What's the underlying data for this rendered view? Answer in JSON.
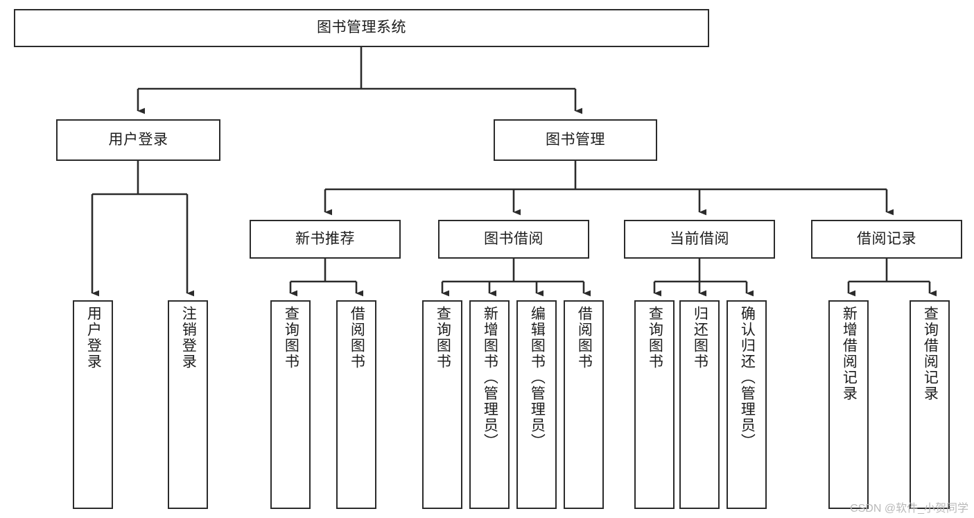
{
  "diagram": {
    "title": "图书管理系统",
    "type": "tree-hierarchy-chart",
    "watermark": "CSDN @软件_小贺同学",
    "colors": {
      "box_border": "#2b2b2b",
      "box_fill": "#ffffff",
      "connector": "#2b2b2b",
      "text": "#1c1c1c",
      "watermark": "#b9b9b9",
      "background": "#ffffff"
    },
    "nodes": {
      "root": {
        "label": "图书管理系统",
        "orientation": "horizontal"
      },
      "level2": [
        {
          "label": "用户登录",
          "orientation": "horizontal"
        },
        {
          "label": "图书管理",
          "orientation": "horizontal"
        }
      ],
      "level3": [
        {
          "label": "新书推荐",
          "orientation": "horizontal"
        },
        {
          "label": "图书借阅",
          "orientation": "horizontal"
        },
        {
          "label": "当前借阅",
          "orientation": "horizontal"
        },
        {
          "label": "借阅记录",
          "orientation": "horizontal"
        }
      ],
      "leaves_user_login": [
        {
          "label": "用户登录",
          "orientation": "vertical"
        },
        {
          "label": "注销登录",
          "orientation": "vertical"
        }
      ],
      "leaves_new_book": [
        {
          "label": "查询图书",
          "orientation": "vertical"
        },
        {
          "label": "借阅图书",
          "orientation": "vertical"
        }
      ],
      "leaves_borrow": [
        {
          "label": "查询图书",
          "orientation": "vertical"
        },
        {
          "label": "新增图书（管理员）",
          "orientation": "vertical"
        },
        {
          "label": "编辑图书（管理员）",
          "orientation": "vertical"
        },
        {
          "label": "借阅图书",
          "orientation": "vertical"
        }
      ],
      "leaves_current": [
        {
          "label": "查询图书",
          "orientation": "vertical"
        },
        {
          "label": "归还图书",
          "orientation": "vertical"
        },
        {
          "label": "确认归还（管理员）",
          "orientation": "vertical"
        }
      ],
      "leaves_records": [
        {
          "label": "新增借阅记录",
          "orientation": "vertical"
        },
        {
          "label": "查询借阅记录",
          "orientation": "vertical"
        }
      ]
    }
  }
}
